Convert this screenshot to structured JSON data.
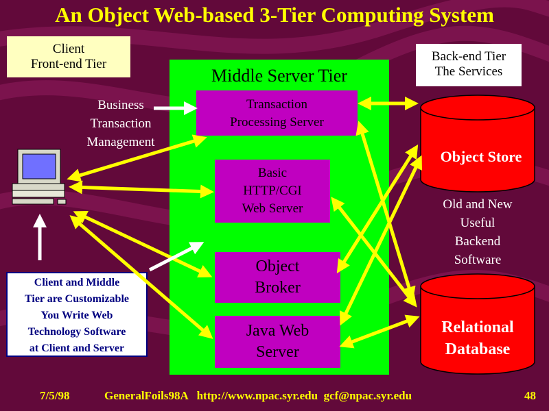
{
  "title": "An Object Web-based 3-Tier Computing System",
  "client_tier": {
    "line1": "Client",
    "line2": "Front-end Tier"
  },
  "backend_tier": {
    "line1": "Back-end Tier",
    "line2": "The Services"
  },
  "middle_tier": {
    "label": "Middle Server Tier"
  },
  "business": {
    "line1": "Business",
    "line2": "Transaction",
    "line3": "Management"
  },
  "servers": {
    "tps": {
      "line1": "Transaction",
      "line2": "Processing Server"
    },
    "http": {
      "line1": "Basic",
      "line2": "HTTP/CGI",
      "line3": "Web Server"
    },
    "broker": {
      "line1": "Object",
      "line2": "Broker"
    },
    "java": {
      "line1": "Java Web",
      "line2": "Server"
    }
  },
  "object_store": "Object Store",
  "old_new": {
    "line1": "Old and New",
    "line2": "Useful",
    "line3": "Backend",
    "line4": "Software"
  },
  "relational": {
    "line1": "Relational",
    "line2": "Database"
  },
  "custom_note": {
    "line1": "Client and Middle",
    "line2": "Tier are Customizable",
    "line3": "You Write Web",
    "line4": "Technology Software",
    "line5": "at Client and Server"
  },
  "footer": {
    "date": "7/5/98",
    "center": "GeneralFoils98A   http://www.npac.syr.edu  gcf@npac.syr.edu",
    "page": "48"
  },
  "colors": {
    "background": "#6a0a3a",
    "title": "#ffff00",
    "middle_tier": "#00ff00",
    "server_box": "#c000c0",
    "database": "#ff0000",
    "arrow": "#ffff00"
  }
}
